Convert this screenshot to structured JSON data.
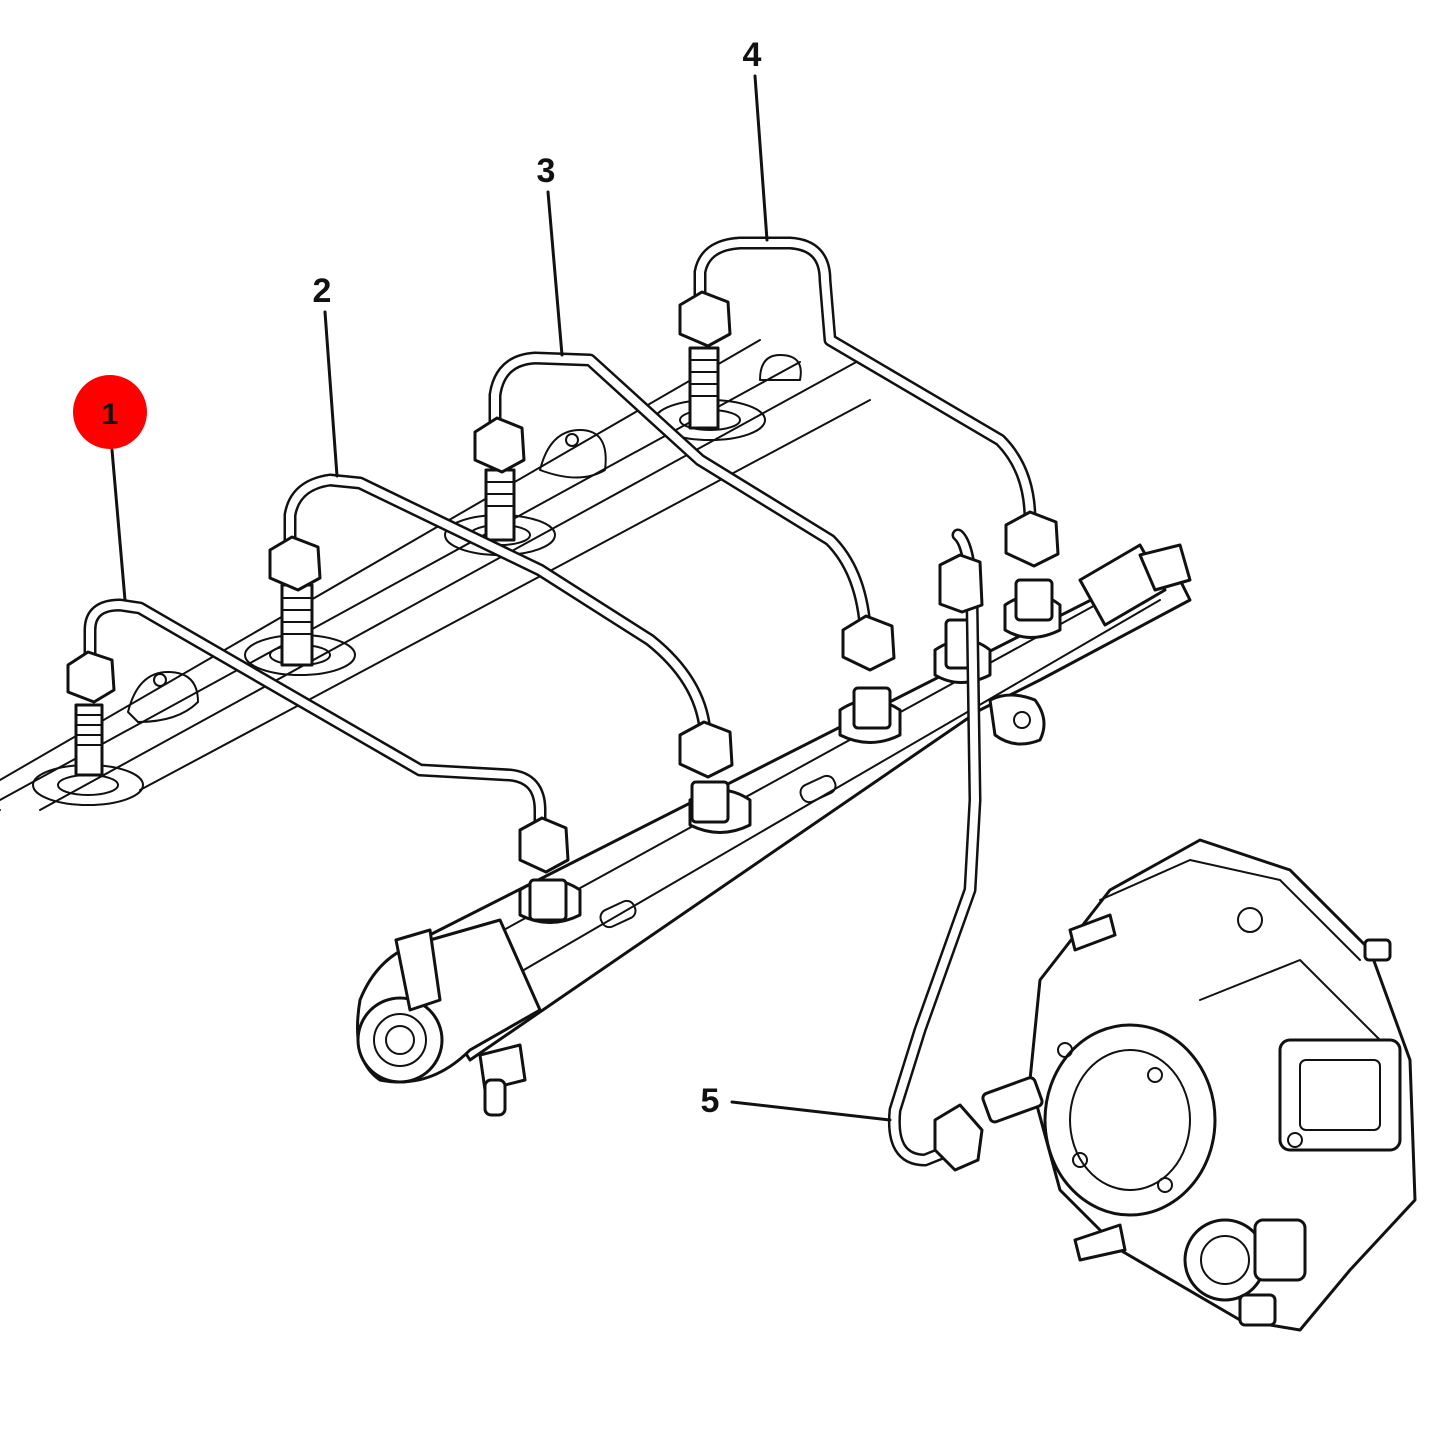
{
  "diagram": {
    "callouts": [
      {
        "id": "1",
        "label": "1",
        "highlighted": true
      },
      {
        "id": "2",
        "label": "2",
        "highlighted": false
      },
      {
        "id": "3",
        "label": "3",
        "highlighted": false
      },
      {
        "id": "4",
        "label": "4",
        "highlighted": false
      },
      {
        "id": "5",
        "label": "5",
        "highlighted": false
      }
    ],
    "highlight_color": "#ff0000",
    "line_color": "#111111",
    "background_color": "#ffffff"
  }
}
